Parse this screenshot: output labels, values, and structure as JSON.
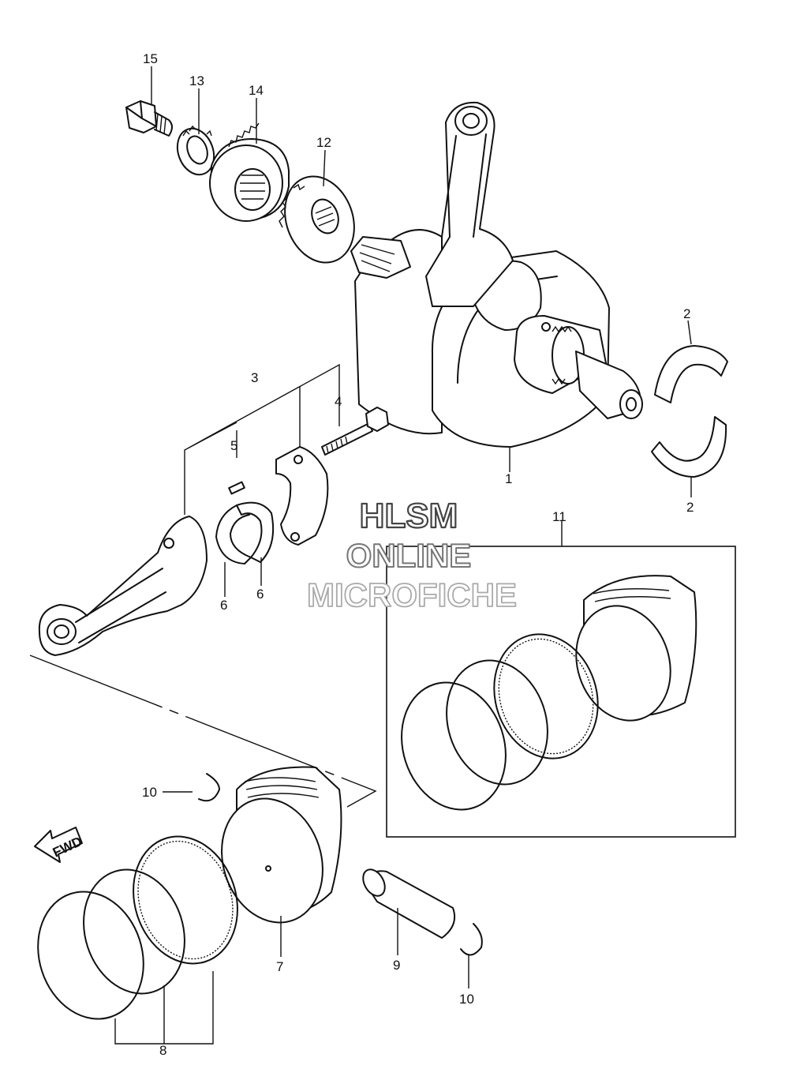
{
  "callouts": {
    "c1": "1",
    "c2a": "2",
    "c2b": "2",
    "c3": "3",
    "c4": "4",
    "c5": "5",
    "c6a": "6",
    "c6b": "6",
    "c7": "7",
    "c8": "8",
    "c9": "9",
    "c10a": "10",
    "c10b": "10",
    "c11": "11",
    "c12": "12",
    "c13": "13",
    "c14": "14",
    "c15": "15"
  },
  "fwd_label": "FWD",
  "watermark": {
    "line1": "HLSM",
    "line2": "ONLINE",
    "line3": "MICROFICHE",
    "color": "#9a9a9a"
  }
}
